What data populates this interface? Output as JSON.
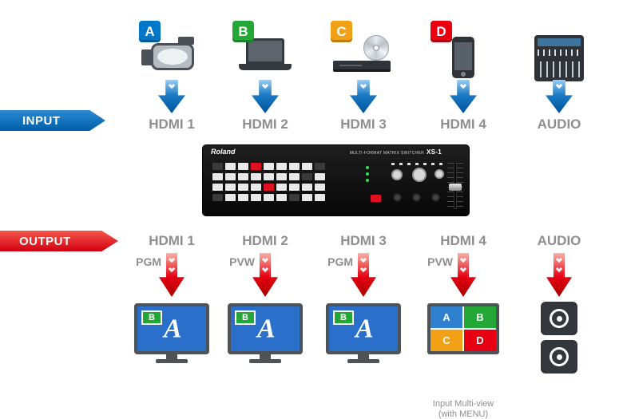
{
  "colors": {
    "input_blue": "#0068b7",
    "output_red": "#e60012",
    "label_gray": "#8e8e8e",
    "badge_a": "#0077c8",
    "badge_b": "#23a838",
    "badge_c": "#f2a117",
    "badge_d": "#e60012",
    "monitor_screen_blue": "#2a6fc9"
  },
  "input_section": {
    "ribbon_label": "INPUT",
    "columns": [
      {
        "badge": "A",
        "icon": "video-camera-icon",
        "label": "HDMI 1"
      },
      {
        "badge": "B",
        "icon": "laptop-icon",
        "label": "HDMI 2"
      },
      {
        "badge": "C",
        "icon": "dvd-player-icon",
        "label": "HDMI 3"
      },
      {
        "badge": "D",
        "icon": "smartphone-icon",
        "label": "HDMI 4"
      },
      {
        "badge": "",
        "icon": "audio-mixer-icon",
        "label": "AUDIO"
      }
    ]
  },
  "switcher": {
    "brand": "Roland",
    "panel_title": "MULTI-FORMAT MATRIX SWITCHER",
    "model": "XS-1"
  },
  "output_section": {
    "ribbon_label": "OUTPUT",
    "columns": [
      {
        "label": "HDMI 1",
        "mode": "PGM",
        "icon": "pgm-monitor"
      },
      {
        "label": "HDMI 2",
        "mode": "PVW",
        "icon": "pvw-monitor"
      },
      {
        "label": "HDMI 3",
        "mode": "PGM",
        "icon": "pgm-monitor"
      },
      {
        "label": "HDMI 4",
        "mode": "PVW",
        "icon": "multiview-monitor",
        "caption": [
          "Input Multi-view",
          "(with MENU)"
        ]
      },
      {
        "label": "AUDIO",
        "mode": "",
        "icon": "speakers-icon"
      }
    ],
    "program_monitor": {
      "main_letter": "A",
      "inset_letter": "B"
    },
    "multiview_quadrants": [
      {
        "letter": "A"
      },
      {
        "letter": "B"
      },
      {
        "letter": "C"
      },
      {
        "letter": "D"
      }
    ]
  }
}
